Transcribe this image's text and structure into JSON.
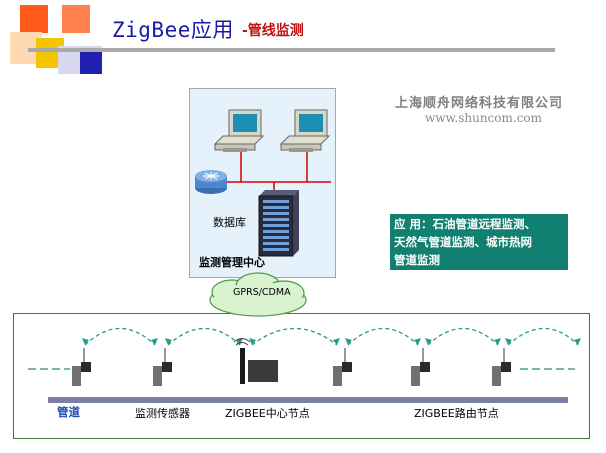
{
  "title": {
    "main": "ZigBee应用",
    "sub": "-管线监测"
  },
  "company": {
    "name": "上海顺舟网络科技有限公司",
    "website": "www.shuncom.com"
  },
  "center": {
    "database_label": "数据库",
    "center_label": "监测管理中心"
  },
  "application": {
    "lines": [
      "应 用：石油管道远程监测、",
      "天然气管道监测、城市热网",
      "管道监测"
    ]
  },
  "network": {
    "cloud_label": "GPRS/CDMA"
  },
  "field": {
    "pipe_label": "管道",
    "sensor_label": "监测传感器",
    "center_node_label": "ZIGBEE中心节点",
    "router_node_label": "ZIGBEE路由节点"
  },
  "colors": {
    "title": "#1a1aa6",
    "subtitle": "#c01010",
    "app_box": "#128070",
    "pipe": "#7a7fa6",
    "link_arrow": "#2a9a8a",
    "field_border": "#3a7a3a"
  }
}
